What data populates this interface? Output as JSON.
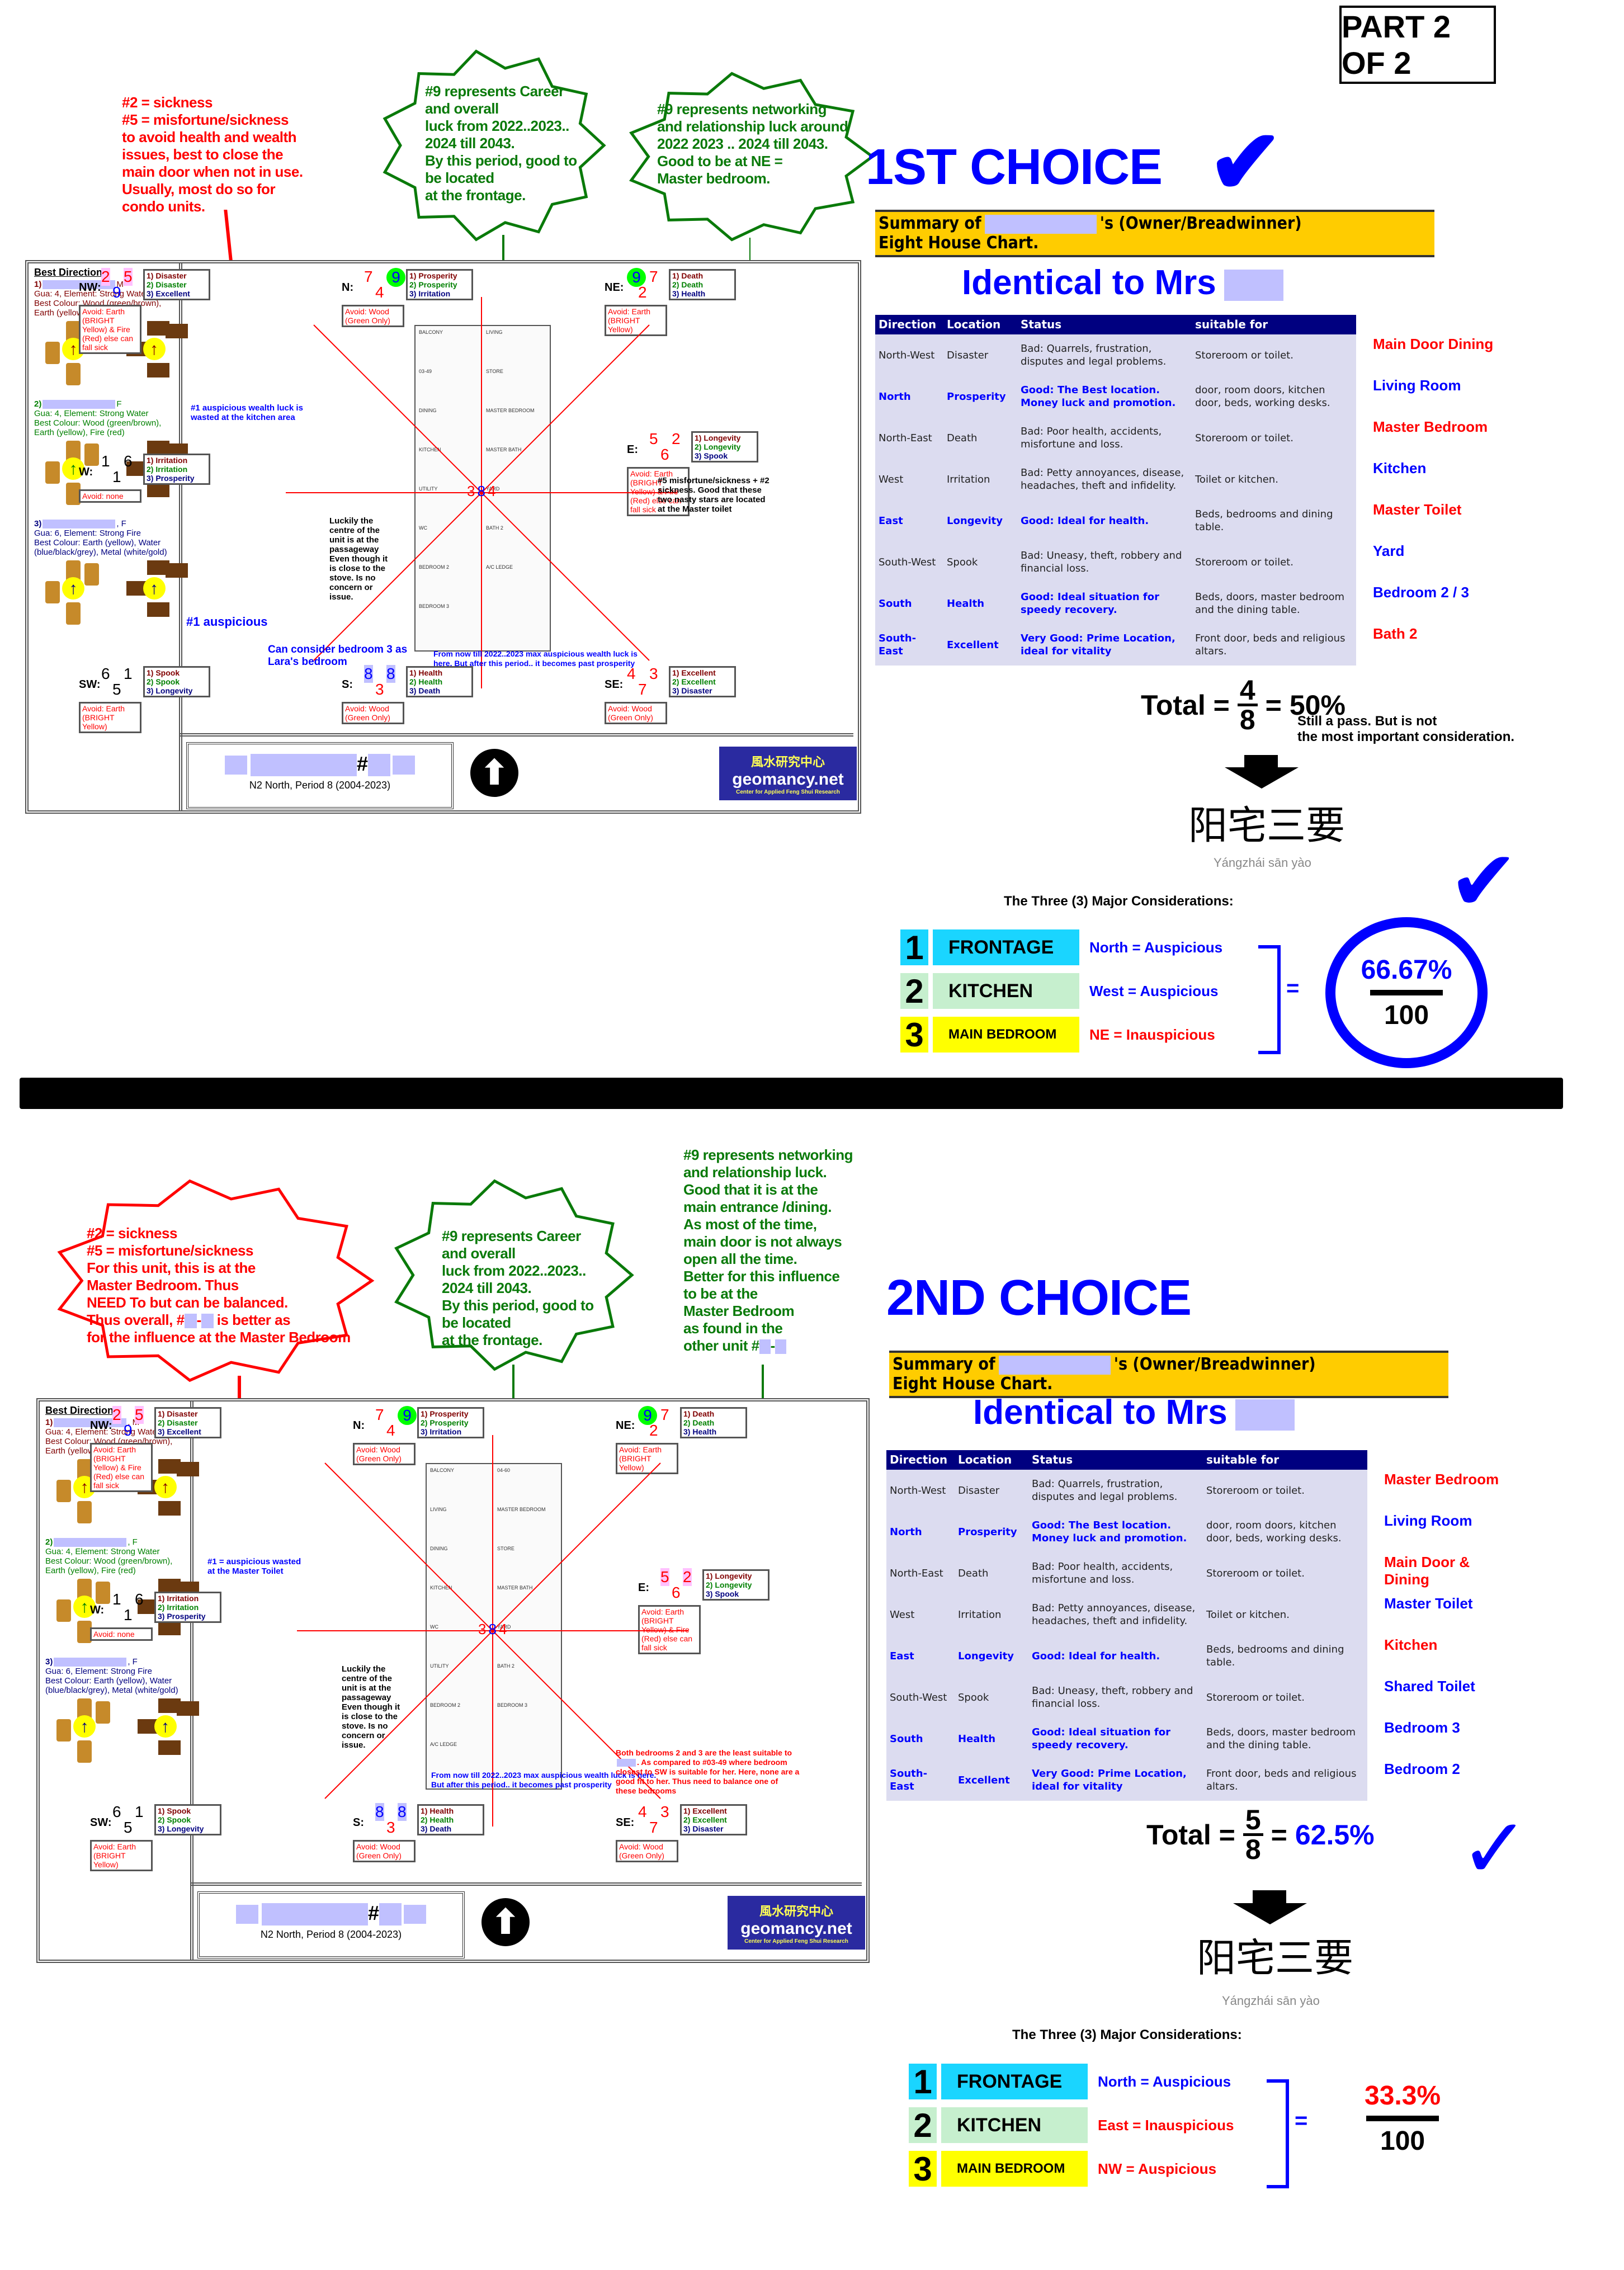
{
  "page": {
    "part_label": "PART 2 OF 2"
  },
  "section1": {
    "choice_title": "1ST CHOICE",
    "callouts": {
      "red_note": [
        "#2 = sickness",
        "#5 = misfortune/sickness",
        "to avoid health and wealth",
        "issues, best to close the",
        "main door when not in use.",
        "Usually, most do so for",
        "condo units."
      ],
      "career_note": [
        "#9 represents Career",
        "and overall",
        "luck from 2022..2023..",
        "2024 till 2043.",
        "By this period, good to",
        "be located",
        "at the frontage."
      ],
      "network_note": [
        "#9 represents networking",
        "and relationship luck around",
        "2022 2023 .. 2024 till 2043.",
        "Good to be at NE =",
        "Master bedroom."
      ]
    },
    "best_directions": {
      "title": "Best Directions",
      "people": [
        {
          "index": "1)",
          "suffix": "M",
          "gua_line": "Gua: 4, Element: Strong Water",
          "colour_line": "Best Colour: Wood (green/brown), Earth (yellow), Fire (red)"
        },
        {
          "index": "2)",
          "suffix": "F",
          "gua_line": "Gua: 4, Element: Strong Water",
          "colour_line": "Best Colour: Wood (green/brown), Earth (yellow), Fire (red)"
        },
        {
          "index": "3)",
          "suffix": ", F",
          "gua_line": "Gua: 6, Element: Strong Fire",
          "colour_line": "Best Colour: Earth (yellow), Water (blue/black/grey), Metal (white/gold)"
        }
      ]
    },
    "sectors": {
      "NW": {
        "label": "NW:",
        "stars": [
          "2",
          "5",
          "9"
        ],
        "houses": [
          "1) Disaster",
          "2) Disaster",
          "3) Excellent"
        ],
        "avoid": "Avoid: Earth (BRIGHT Yellow) & Fire (Red) else can fall sick"
      },
      "N": {
        "label": "N:",
        "stars": [
          "7",
          "9",
          "4"
        ],
        "houses": [
          "1) Prosperity",
          "2) Prosperity",
          "3) Irritation"
        ],
        "avoid": "Avoid: Wood (Green Only)"
      },
      "NE": {
        "label": "NE:",
        "stars": [
          "9",
          "7",
          "2"
        ],
        "houses": [
          "1) Death",
          "2) Death",
          "3) Health"
        ],
        "avoid": "Avoid: Earth (BRIGHT Yellow)"
      },
      "W": {
        "label": "W:",
        "stars": [
          "1",
          "6",
          "1"
        ],
        "houses": [
          "1) Irritation",
          "2) Irritation",
          "3) Prosperity"
        ],
        "avoid": "Avoid: none"
      },
      "E": {
        "label": "E:",
        "stars": [
          "5",
          "2",
          "6"
        ],
        "houses": [
          "1) Longevity",
          "2) Longevity",
          "3) Spook"
        ],
        "avoid": "Avoid: Earth (BRIGHT Yellow) & Fire (Red) else can fall sick"
      },
      "SW": {
        "label": "SW:",
        "stars": [
          "6",
          "1",
          "5"
        ],
        "houses": [
          "1) Spook",
          "2) Spook",
          "3) Longevity"
        ],
        "avoid": "Avoid: Earth (BRIGHT Yellow)"
      },
      "S": {
        "label": "S:",
        "stars": [
          "8",
          "8",
          "3"
        ],
        "houses": [
          "1) Health",
          "2) Health",
          "3) Death"
        ],
        "avoid": "Avoid: Wood (Green Only)"
      },
      "SE": {
        "label": "SE:",
        "stars": [
          "4",
          "3",
          "7"
        ],
        "houses": [
          "1) Excellent",
          "2) Excellent",
          "3) Disaster"
        ],
        "avoid": "Avoid: Wood (Green Only)"
      }
    },
    "center_stars": [
      "3",
      "8",
      "4"
    ],
    "plan_notes": {
      "wealth_kitchen": "#1 auspicious wealth luck is wasted at the kitchen area",
      "master_toilet": "#5 misfortune/sickness + #2 sickness. Good that these two nasty stars are located at the Master toilet",
      "centre": "Luckily the centre of the unit is at the passageway Even though it is close to the stove. Is no concern or issue.",
      "auspicious": "#1 auspicious",
      "bedroom3": "Can consider bedroom 3 as Lara's bedroom",
      "south_wealth": "From now till 2022..2023 max auspicious wealth luck is here. But after this period.. it becomes past prosperity"
    },
    "rooms": [
      "BALCONY",
      "LIVING",
      "03-49",
      "STORE",
      "DINING",
      "MASTER BEDROOM",
      "KITCHEN",
      "MASTER BATH",
      "UTILITY",
      "YARD",
      "WC",
      "BATH 2",
      "BEDROOM 2",
      "A/C LEDGE",
      "BEDROOM 3"
    ],
    "footer": {
      "unit_hash": "#",
      "orientation": "N2 North, Period 8 (2004-2023)"
    },
    "summary": {
      "prefix": "Summary of",
      "suffix": "'s (Owner/Breadwinner)",
      "line2": "Eight House Chart.",
      "identical": "Identical to Mrs"
    },
    "table_headers": [
      "Direction",
      "Location",
      "Status",
      "suitable for"
    ],
    "rows": [
      {
        "direction": "North-West",
        "location": "Disaster",
        "status": "Bad: Quarrels, frustration, disputes and legal problems.",
        "suitable": "Storeroom or toilet.",
        "good": false,
        "room": "Main Door Dining",
        "room_color": "red"
      },
      {
        "direction": "North",
        "location": "Prosperity",
        "status": "Good: The Best location. Money luck and promotion.",
        "suitable": "door, room doors, kitchen door, beds, working desks.",
        "good": true,
        "room": "Living Room",
        "room_color": "blue"
      },
      {
        "direction": "North-East",
        "location": "Death",
        "status": "Bad: Poor health, accidents, misfortune and loss.",
        "suitable": "Storeroom or toilet.",
        "good": false,
        "room": "Master Bedroom",
        "room_color": "red"
      },
      {
        "direction": "West",
        "location": "Irritation",
        "status": "Bad: Petty annoyances, disease, headaches, theft and infidelity.",
        "suitable": "Toilet or kitchen.",
        "good": false,
        "room": "Kitchen",
        "room_color": "blue"
      },
      {
        "direction": "East",
        "location": "Longevity",
        "status": "Good: Ideal for health.",
        "suitable": "Beds, bedrooms and dining table.",
        "good": true,
        "room": "Master Toilet",
        "room_color": "red"
      },
      {
        "direction": "South-West",
        "location": "Spook",
        "status": "Bad: Uneasy, theft, robbery and financial loss.",
        "suitable": "Storeroom or toilet.",
        "good": false,
        "room": "Yard",
        "room_color": "blue"
      },
      {
        "direction": "South",
        "location": "Health",
        "status": "Good: Ideal situation for speedy recovery.",
        "suitable": "Beds, doors, master bedroom and the dining table.",
        "good": true,
        "room": "Bedroom 2 / 3",
        "room_color": "blue"
      },
      {
        "direction": "South-East",
        "location": "Excellent",
        "status": "Very Good: Prime Location, ideal for vitality",
        "suitable": "Front door, beds and religious altars.",
        "good": true,
        "room": "Bath 2",
        "room_color": "red"
      }
    ],
    "total": {
      "label": "Total =",
      "numerator": "4",
      "denominator": "8",
      "equals": "=",
      "result": "50%",
      "note1": "Still a pass. But is not",
      "note2": "the most important consideration."
    },
    "zh_title": "阳宅三要",
    "pinyin": "Yángzhái sān yào",
    "three_title": "The Three (3) Major Considerations:",
    "considerations": [
      {
        "num": "1",
        "label": "FRONTAGE",
        "value": "North = Auspicious",
        "value_color": "blue"
      },
      {
        "num": "2",
        "label": "KITCHEN",
        "value": "West = Auspicious",
        "value_color": "blue"
      },
      {
        "num": "3",
        "label": "MAIN BEDROOM",
        "value": "NE = Inauspicious",
        "value_color": "red"
      }
    ],
    "equals": "=",
    "score": {
      "percent": "66.67%",
      "denominator": "100"
    }
  },
  "section2": {
    "choice_title": "2ND CHOICE",
    "callouts": {
      "red_note": [
        "#2 = sickness",
        "#5 = misfortune/sickness",
        "For this unit, this is at the",
        "Master Bedroom. Thus",
        "NEED To but can be balanced.",
        "Thus overall, #",
        "is better as",
        "for the influence at the Master Bedroom"
      ],
      "career_note": [
        "#9 represents Career",
        "and overall",
        "luck from 2022..2023..",
        "2024 till 2043.",
        "By this period, good to",
        "be located",
        "at the frontage."
      ],
      "network_note": [
        "#9 represents networking",
        "and relationship luck.",
        "Good that it is at the",
        "main entrance /dining.",
        "As most of the time,",
        "main door is not always",
        "open all the time.",
        "Better for this influence",
        "to be at the",
        "Master Bedroom",
        "as found in the",
        "other unit #"
      ]
    },
    "best_directions": {
      "title": "Best Directions",
      "people": [
        {
          "index": "1)",
          "suffix": ", M",
          "gua_line": "Gua: 4, Element: Strong Water",
          "colour_line": "Best Colour: Wood (green/brown), Earth (yellow), Fire (red)"
        },
        {
          "index": "2)",
          "suffix": ", F",
          "gua_line": "Gua: 4, Element: Strong Water",
          "colour_line": "Best Colour: Wood (green/brown), Earth (yellow), Fire (red)"
        },
        {
          "index": "3)",
          "suffix": ", F",
          "gua_line": "Gua: 6, Element: Strong Fire",
          "colour_line": "Best Colour: Earth (yellow), Water (blue/black/grey), Metal (white/gold)"
        }
      ]
    },
    "sectors": {
      "NW": {
        "label": "NW:",
        "stars": [
          "2",
          "5",
          "9"
        ],
        "houses": [
          "1) Disaster",
          "2) Disaster",
          "3) Excellent"
        ],
        "avoid": "Avoid: Earth (BRIGHT Yellow) & Fire (Red) else can fall sick"
      },
      "N": {
        "label": "N:",
        "stars": [
          "7",
          "9",
          "4"
        ],
        "houses": [
          "1) Prosperity",
          "2) Prosperity",
          "3) Irritation"
        ],
        "avoid": "Avoid: Wood (Green Only)"
      },
      "NE": {
        "label": "NE:",
        "stars": [
          "9",
          "7",
          "2"
        ],
        "houses": [
          "1) Death",
          "2) Death",
          "3) Health"
        ],
        "avoid": "Avoid: Earth (BRIGHT Yellow)"
      },
      "W": {
        "label": "W:",
        "stars": [
          "1",
          "6",
          "1"
        ],
        "houses": [
          "1) Irritation",
          "2) Irritation",
          "3) Prosperity"
        ],
        "avoid": "Avoid: none"
      },
      "E": {
        "label": "E:",
        "stars": [
          "5",
          "2",
          "6"
        ],
        "houses": [
          "1) Longevity",
          "2) Longevity",
          "3) Spook"
        ],
        "avoid": "Avoid: Earth (BRIGHT Yellow) & Fire (Red) else can fall sick"
      },
      "SW": {
        "label": "SW:",
        "stars": [
          "6",
          "1",
          "5"
        ],
        "houses": [
          "1) Spook",
          "2) Spook",
          "3) Longevity"
        ],
        "avoid": "Avoid: Earth (BRIGHT Yellow)"
      },
      "S": {
        "label": "S:",
        "stars": [
          "8",
          "8",
          "3"
        ],
        "houses": [
          "1) Health",
          "2) Health",
          "3) Death"
        ],
        "avoid": "Avoid: Wood (Green Only)"
      },
      "SE": {
        "label": "SE:",
        "stars": [
          "4",
          "3",
          "7"
        ],
        "houses": [
          "1) Excellent",
          "2) Excellent",
          "3) Disaster"
        ],
        "avoid": "Avoid: Wood (Green Only)"
      }
    },
    "center_stars": [
      "3",
      "8",
      "4"
    ],
    "plan_notes": {
      "wealth_toilet": "#1 = auspicious wasted at the Master Toilet",
      "centre": "Luckily the centre of the unit is at the passageway Even though it is close to the stove. Is no concern or issue.",
      "south_wealth": "From now till 2022..2023 max auspicious wealth luck is here. But after this period.. it becomes past prosperity",
      "bedrooms_note_a": "Both bedrooms 2 and 3 are the least suitable to",
      "bedrooms_note_b": ". As compared to #03-49 where bedroom closest to SW is suitable for her. Here, none are a good fit to her. Thus need to balance one of these bedrooms"
    },
    "rooms": [
      "BALCONY",
      "04-60",
      "LIVING",
      "MASTER BEDROOM",
      "DINING",
      "STORE",
      "KITCHEN",
      "MASTER BATH",
      "WC",
      "YARD",
      "UTILITY",
      "BATH 2",
      "BEDROOM 2",
      "BEDROOM 3",
      "A/C LEDGE"
    ],
    "footer": {
      "unit_hash": "#",
      "orientation": "N2 North, Period 8 (2004-2023)"
    },
    "summary": {
      "prefix": "Summary of",
      "suffix": "'s (Owner/Breadwinner)",
      "line2": "Eight House Chart.",
      "identical": "Identical to Mrs"
    },
    "table_headers": [
      "Direction",
      "Location",
      "Status",
      "suitable for"
    ],
    "rows": [
      {
        "direction": "North-West",
        "location": "Disaster",
        "status": "Bad: Quarrels, frustration, disputes and legal problems.",
        "suitable": "Storeroom or toilet.",
        "good": false,
        "room": "Master Bedroom",
        "room_color": "red"
      },
      {
        "direction": "North",
        "location": "Prosperity",
        "status": "Good: The Best location. Money luck and promotion.",
        "suitable": "door, room doors, kitchen door, beds, working desks.",
        "good": true,
        "room": "Living Room",
        "room_color": "blue"
      },
      {
        "direction": "North-East",
        "location": "Death",
        "status": "Bad: Poor health, accidents, misfortune and loss.",
        "suitable": "Storeroom or toilet.",
        "good": false,
        "room": "Main Door & Dining",
        "room_color": "red"
      },
      {
        "direction": "West",
        "location": "Irritation",
        "status": "Bad: Petty annoyances, disease, headaches, theft and infidelity.",
        "suitable": "Toilet or kitchen.",
        "good": false,
        "room": "Master Toilet",
        "room_color": "blue"
      },
      {
        "direction": "East",
        "location": "Longevity",
        "status": "Good: Ideal for health.",
        "suitable": "Beds, bedrooms and dining table.",
        "good": true,
        "room": "Kitchen",
        "room_color": "red"
      },
      {
        "direction": "South-West",
        "location": "Spook",
        "status": "Bad: Uneasy, theft, robbery and financial loss.",
        "suitable": "Storeroom or toilet.",
        "good": false,
        "room": "Shared Toilet",
        "room_color": "blue"
      },
      {
        "direction": "South",
        "location": "Health",
        "status": "Good: Ideal situation for speedy recovery.",
        "suitable": "Beds, doors, master bedroom and the dining table.",
        "good": true,
        "room": "Bedroom 3",
        "room_color": "blue"
      },
      {
        "direction": "South-East",
        "location": "Excellent",
        "status": "Very Good: Prime Location, ideal for vitality",
        "suitable": "Front door, beds and religious altars.",
        "good": true,
        "room": "Bedroom 2",
        "room_color": "blue"
      }
    ],
    "total": {
      "label": "Total =",
      "numerator": "5",
      "denominator": "8",
      "equals": "=",
      "result": "62.5%"
    },
    "zh_title": "阳宅三要",
    "pinyin": "Yángzhái sān yào",
    "three_title": "The Three (3) Major Considerations:",
    "considerations": [
      {
        "num": "1",
        "label": "FRONTAGE",
        "value": "North = Auspicious",
        "value_color": "blue"
      },
      {
        "num": "2",
        "label": "KITCHEN",
        "value": "East = Inauspicious",
        "value_color": "red"
      },
      {
        "num": "3",
        "label": "MAIN BEDROOM",
        "value": "NW = Auspicious",
        "value_color": "red"
      }
    ],
    "equals": "=",
    "score": {
      "percent": "33.3%",
      "denominator": "100"
    }
  },
  "logo": {
    "zh": "風水研究中心",
    "name": "geomancy.net",
    "tagline": "Center for Applied Feng Shui Research"
  },
  "colors": {
    "blue": "#0000ff",
    "red": "#ff0000",
    "green": "#0a7a0a",
    "summary_yellow": "#ffcc00",
    "table_header": "#000080",
    "table_body": "#dcdcf0",
    "frontage": "#1ad5ff",
    "kitchen": "#c6efce",
    "bedroom": "#ffff00",
    "redaction": "#c0c0ff"
  }
}
